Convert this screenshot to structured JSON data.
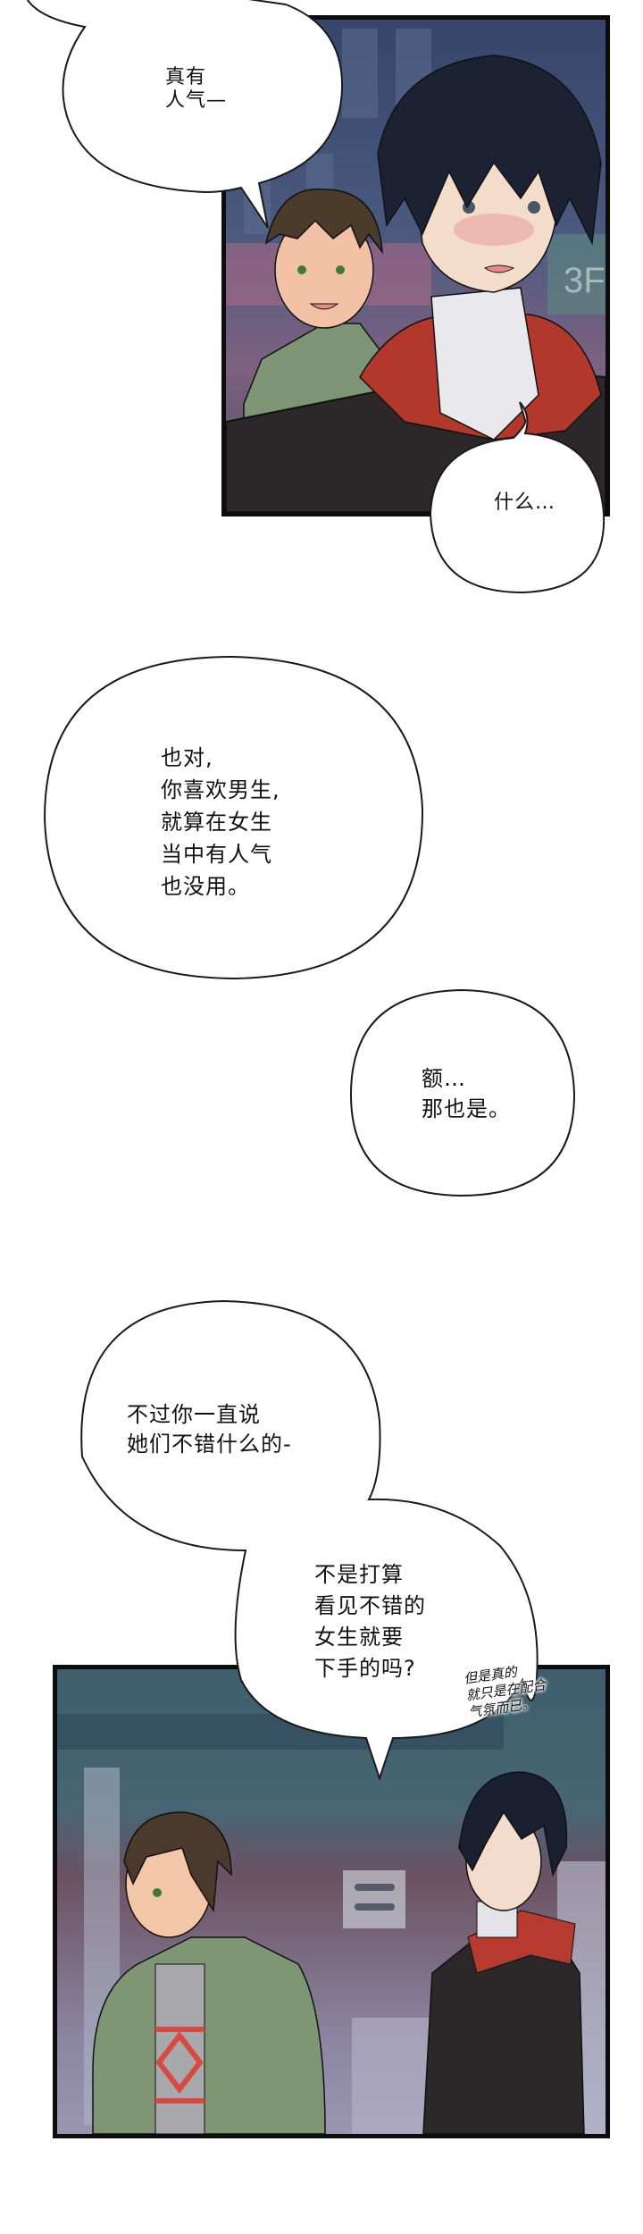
{
  "comic": {
    "panels": [
      {
        "id": "panel-1",
        "scene": "night street, two young men; dark-haired man blushing in red hood and black jacket, brown-haired man in green jacket smiling behind",
        "background_colors": [
          "#3d4f72",
          "#58607f",
          "#7a5f7a",
          "#4b5a7a"
        ],
        "sign_text": "3F"
      },
      {
        "id": "panel-2",
        "scene": "brick building street, brown-haired man in green jacket looks up at dark-haired man in black coat with red hood",
        "background_colors": [
          "#3f5f6d",
          "#6e5260",
          "#8f8aa6"
        ]
      }
    ],
    "bubbles": [
      {
        "id": "bubble-1",
        "lines": "真有\n人气—"
      },
      {
        "id": "bubble-2",
        "lines": "什么…"
      },
      {
        "id": "bubble-3",
        "lines": "也对,\n你喜欢男生,\n就算在女生\n当中有人气\n也没用。"
      },
      {
        "id": "bubble-4",
        "lines": "额…\n那也是。"
      },
      {
        "id": "bubble-5",
        "lines": "不过你一直说\n她们不错什么的-"
      },
      {
        "id": "bubble-6",
        "lines": "不是打算\n看见不错的\n女生就要\n下手的吗?"
      }
    ],
    "handwritten_note": "但是真的\n就只是在配合\n气氛而已。"
  }
}
